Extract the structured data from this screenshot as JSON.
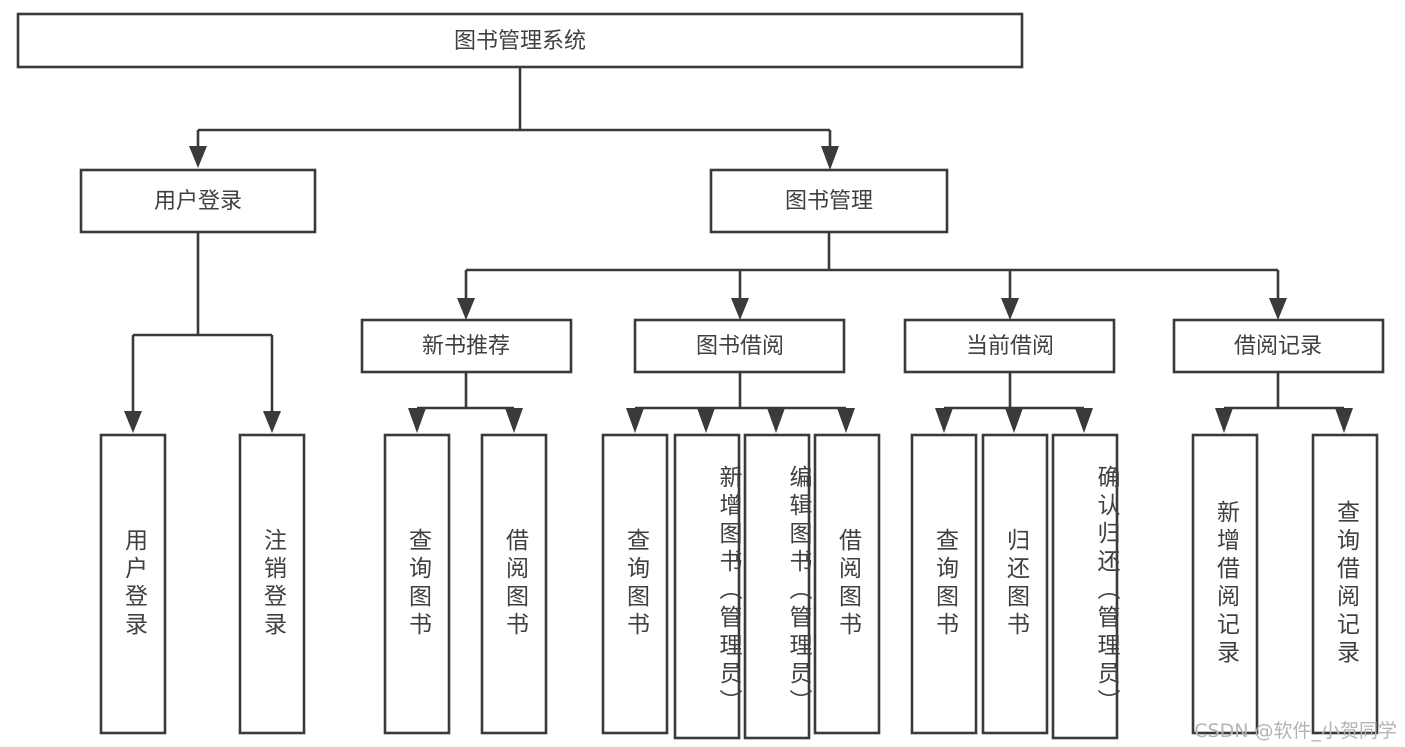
{
  "diagram": {
    "type": "tree-hierarchy-chart",
    "title": "图书管理系统",
    "orientation": "top-down",
    "colors": {
      "box_stroke": "#3a3a3a",
      "box_fill": "#ffffff",
      "text": "#404040",
      "background": "#ffffff",
      "watermark": "#b4b4b4"
    },
    "root": {
      "label": "图书管理系统"
    },
    "level2": [
      {
        "label": "用户登录"
      },
      {
        "label": "图书管理"
      }
    ],
    "level3": [
      {
        "label": "新书推荐"
      },
      {
        "label": "图书借阅"
      },
      {
        "label": "当前借阅"
      },
      {
        "label": "借阅记录"
      }
    ],
    "leaves": {
      "user_login": [
        {
          "label": "用户登录"
        },
        {
          "label": "注销登录"
        }
      ],
      "new_book_recommend": [
        {
          "label": "查询图书"
        },
        {
          "label": "借阅图书"
        }
      ],
      "book_borrow": [
        {
          "label": "查询图书"
        },
        {
          "label": "新增图书（管理员）"
        },
        {
          "label": "编辑图书（管理员）"
        },
        {
          "label": "借阅图书"
        }
      ],
      "current_borrow": [
        {
          "label": "查询图书"
        },
        {
          "label": "归还图书"
        },
        {
          "label": "确认归还（管理员）"
        }
      ],
      "borrow_record": [
        {
          "label": "新增借阅记录"
        },
        {
          "label": "查询借阅记录"
        }
      ]
    }
  },
  "watermark": {
    "text": "CSDN @软件_小贺同学"
  }
}
